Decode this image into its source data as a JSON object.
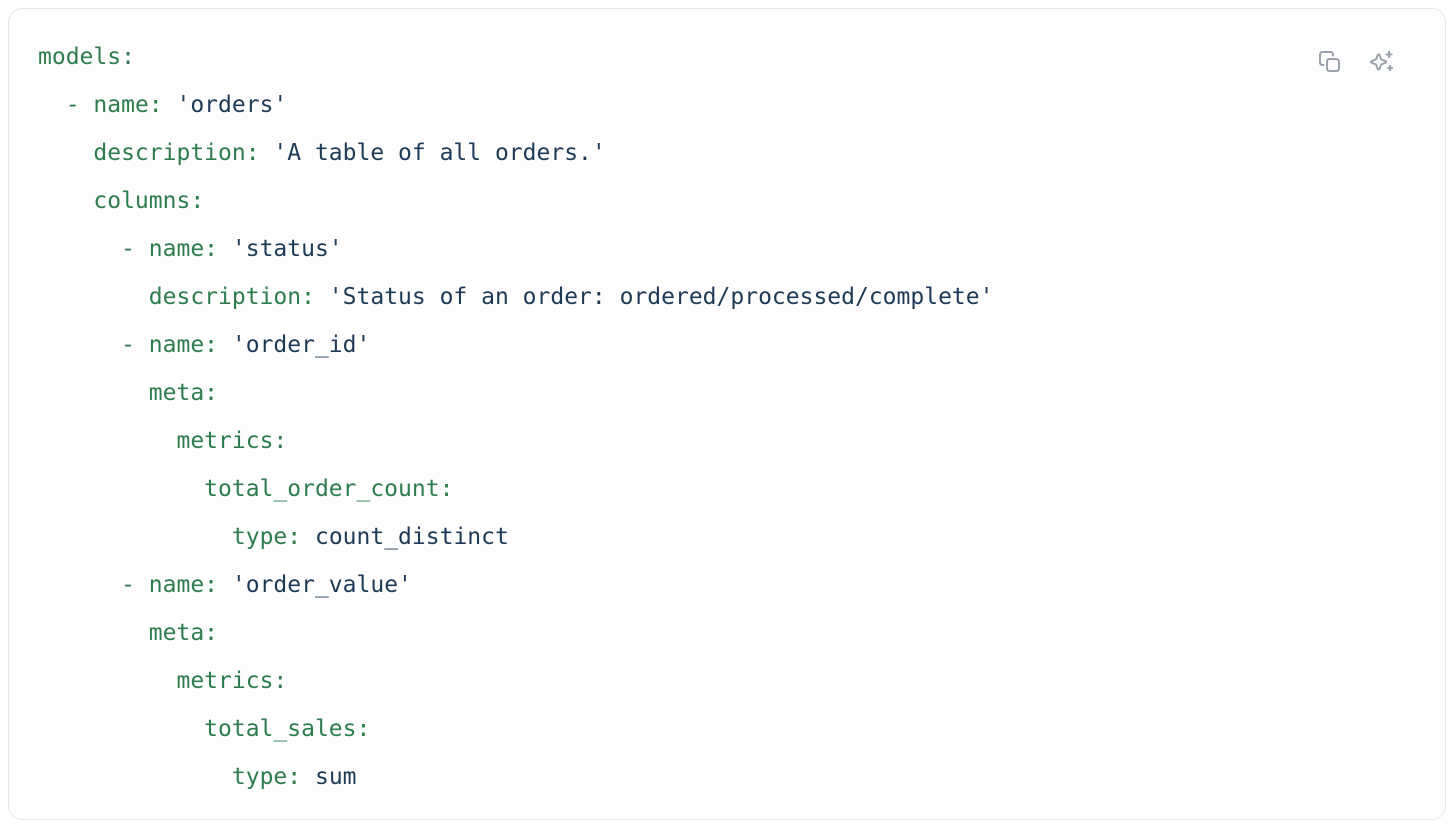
{
  "code_block": {
    "language": "yaml",
    "colors": {
      "key": "#2e7d4e",
      "value": "#1f3a56",
      "icon": "#9aa1ab",
      "card_background": "#fdfdfd",
      "card_border": "#e4e7eb"
    },
    "toolbar": {
      "copy_button_label": "Copy code",
      "sparkle_button_label": "AI assist"
    },
    "lines": [
      {
        "indent": 0,
        "tokens": [
          {
            "text": "models:",
            "type": "key"
          }
        ]
      },
      {
        "indent": 2,
        "tokens": [
          {
            "text": "- name:",
            "type": "key"
          },
          {
            "text": " 'orders'",
            "type": "val"
          }
        ]
      },
      {
        "indent": 4,
        "tokens": [
          {
            "text": "description:",
            "type": "key"
          },
          {
            "text": " 'A table of all orders.'",
            "type": "val"
          }
        ]
      },
      {
        "indent": 4,
        "tokens": [
          {
            "text": "columns:",
            "type": "key"
          }
        ]
      },
      {
        "indent": 6,
        "tokens": [
          {
            "text": "- name:",
            "type": "key"
          },
          {
            "text": " 'status'",
            "type": "val"
          }
        ]
      },
      {
        "indent": 8,
        "tokens": [
          {
            "text": "description:",
            "type": "key"
          },
          {
            "text": " 'Status of an order: ordered/processed/complete'",
            "type": "val"
          }
        ]
      },
      {
        "indent": 6,
        "tokens": [
          {
            "text": "- name:",
            "type": "key"
          },
          {
            "text": " 'order_id'",
            "type": "val"
          }
        ]
      },
      {
        "indent": 8,
        "tokens": [
          {
            "text": "meta:",
            "type": "key"
          }
        ]
      },
      {
        "indent": 10,
        "tokens": [
          {
            "text": "metrics:",
            "type": "key"
          }
        ]
      },
      {
        "indent": 12,
        "tokens": [
          {
            "text": "total_order_count:",
            "type": "key"
          }
        ]
      },
      {
        "indent": 14,
        "tokens": [
          {
            "text": "type:",
            "type": "key"
          },
          {
            "text": " count_distinct",
            "type": "val"
          }
        ]
      },
      {
        "indent": 6,
        "tokens": [
          {
            "text": "- name:",
            "type": "key"
          },
          {
            "text": " 'order_value'",
            "type": "val"
          }
        ]
      },
      {
        "indent": 8,
        "tokens": [
          {
            "text": "meta:",
            "type": "key"
          }
        ]
      },
      {
        "indent": 10,
        "tokens": [
          {
            "text": "metrics:",
            "type": "key"
          }
        ]
      },
      {
        "indent": 12,
        "tokens": [
          {
            "text": "total_sales:",
            "type": "key"
          }
        ]
      },
      {
        "indent": 14,
        "tokens": [
          {
            "text": "type:",
            "type": "key"
          },
          {
            "text": " sum",
            "type": "val"
          }
        ]
      }
    ]
  }
}
